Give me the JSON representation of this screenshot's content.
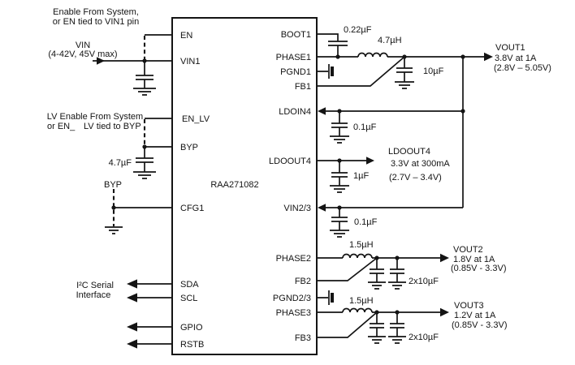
{
  "ic": {
    "part_number": "RAA271082",
    "left_pins": [
      "EN",
      "VIN1",
      "EN_LV",
      "BYP",
      "CFG1",
      "SDA",
      "SCL",
      "GPIO",
      "RSTB"
    ],
    "right_pins": [
      "BOOT1",
      "PHASE1",
      "PGND1",
      "FB1",
      "LDOIN4",
      "LDOOUT4",
      "VIN2/3",
      "PHASE2",
      "FB2",
      "PGND2/3",
      "PHASE3",
      "FB3"
    ]
  },
  "notes": {
    "enable1": "Enable From System,",
    "enable2": "or EN tied to VIN1 pin",
    "vin": "VIN",
    "vin_range": "(4-42V, 45V max)",
    "lv1": "LV Enable From System",
    "lv2a": "or EN_",
    "lv2b": "LV tied to BYP",
    "byp": "BYP",
    "i2c1": "I²C Serial",
    "i2c2": "Interface"
  },
  "components": {
    "c_boot1": "0.22µF",
    "l1": "4.7µH",
    "c_out1": "10µF",
    "c_ldoin4": "0.1µF",
    "c_ldoout4": "1µF",
    "c_vin23": "0.1µF",
    "l2": "1.5µH",
    "c_out2": "2x10µF",
    "l3": "1.5µH",
    "c_out3": "2x10µF",
    "c_byp": "4.7µF"
  },
  "outputs": {
    "vout1": {
      "name": "VOUT1",
      "spec": "3.8V at 1A",
      "range": "(2.8V – 5.05V)"
    },
    "ldo": {
      "name": "LDOOUT4",
      "spec": "3.3V at 300mA",
      "range": "(2.7V – 3.4V)"
    },
    "vout2": {
      "name": "VOUT2",
      "spec": "1.8V at 1A",
      "range": "(0.85V - 3.3V)"
    },
    "vout3": {
      "name": "VOUT3",
      "spec": "1.2V at 1A",
      "range": "(0.85V - 3.3V)"
    }
  }
}
